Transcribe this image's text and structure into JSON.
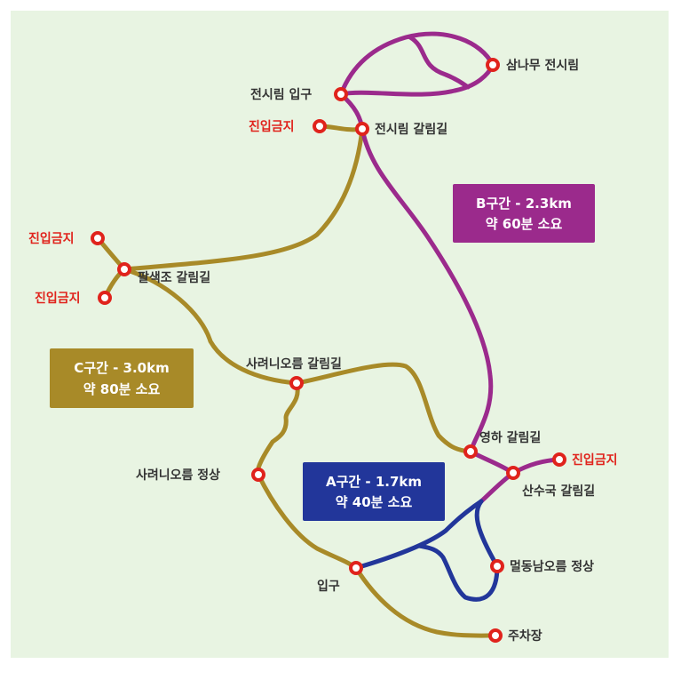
{
  "colors": {
    "background": "#e8f4e2",
    "course_a": "#22369a",
    "course_b": "#9b2a8c",
    "course_c": "#a88a28",
    "node_marker": "#e0231c",
    "no_entry_text": "#e0231c",
    "label_text": "#333333"
  },
  "course_boxes": {
    "a": {
      "line1": "A구간 - 1.7km",
      "line2": "약 40분 소요"
    },
    "b": {
      "line1": "B구간 - 2.3km",
      "line2": "약 60분 소요"
    },
    "c": {
      "line1": "C구간 - 3.0km",
      "line2": "약 80분 소요"
    }
  },
  "places": {
    "samnamu": "삼나무 전시림",
    "exhibit_entrance": "전시림 입구",
    "exhibit_junction": "전시림 갈림길",
    "no_entry_top": "진입금지",
    "no_entry_left1": "진입금지",
    "no_entry_left2": "진입금지",
    "no_entry_right": "진입금지",
    "palsaekjo_junction": "팔색조 갈림길",
    "saryeoni_junction": "사려니오름 갈림길",
    "saryeoni_summit": "사려니오름 정상",
    "yeongha_junction": "영하 갈림길",
    "sansuguk_junction": "산수국 갈림길",
    "meoldongnam_summit": "멀동남오름 정상",
    "entrance": "입구",
    "parking": "주차장"
  }
}
